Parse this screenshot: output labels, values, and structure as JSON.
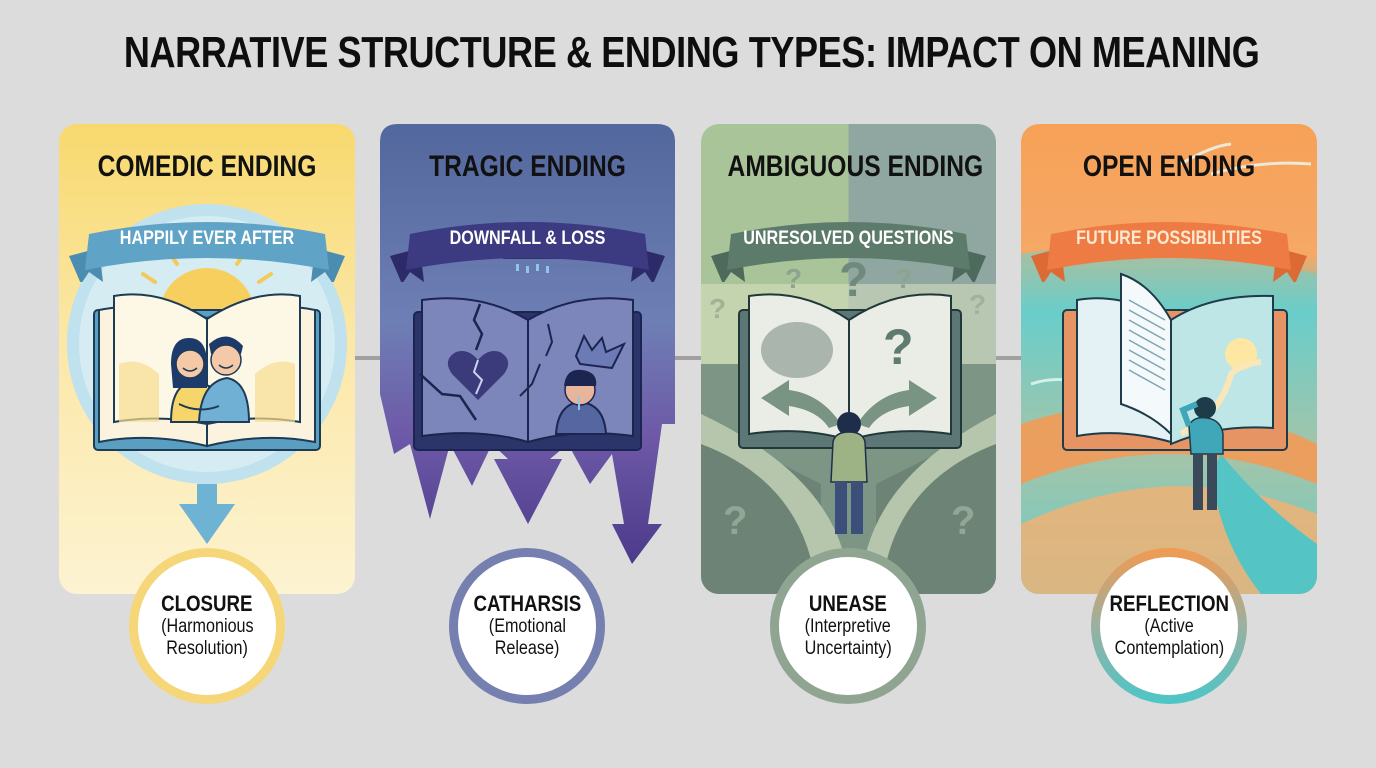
{
  "title": "NARRATIVE STRUCTURE & ENDING TYPES: IMPACT ON MEANING",
  "colors": {
    "background": "#dcdcdc",
    "connector": "#a0a0a0",
    "comedic": "#f7d56c",
    "tragic": "#5667a0",
    "ambiguous": "#95ad95",
    "open": "#f5a05a"
  },
  "cards": [
    {
      "title": "COMEDIC ENDING",
      "banner": "HAPPILY EVER AFTER",
      "illustration": "couple-hugging-in-open-book-with-sun",
      "outcome": {
        "title": "CLOSURE",
        "line1": "(Harmonious",
        "line2": "Resolution)"
      }
    },
    {
      "title": "TRAGIC ENDING",
      "banner": "DOWNFALL & LOSS",
      "illustration": "cracked-book-broken-heart-crying-person-rain-cloud",
      "outcome": {
        "title": "CATHARSIS",
        "line1": "(Emotional",
        "line2": "Release)"
      }
    },
    {
      "title": "AMBIGUOUS ENDING",
      "banner": "UNRESOLVED QUESTIONS",
      "illustration": "person-at-crossroads-before-book-with-question-marks",
      "outcome": {
        "title": "UNEASE",
        "line1": "(Interpretive",
        "line2": "Uncertainty)"
      }
    },
    {
      "title": "OPEN ENDING",
      "banner": "FUTURE POSSIBILITIES",
      "illustration": "person-looking-at-winding-road-sunrise-in-book",
      "outcome": {
        "title": "REFLECTION",
        "line1": "(Active",
        "line2": "Contemplation)"
      }
    }
  ]
}
